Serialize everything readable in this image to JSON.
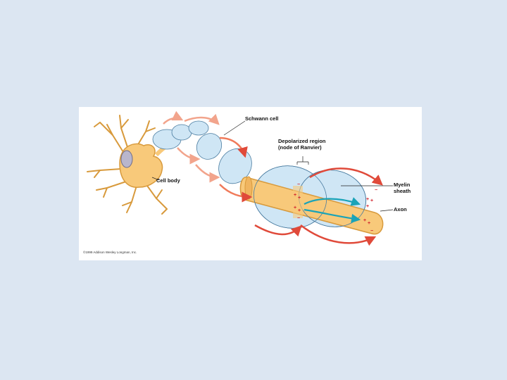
{
  "labels": {
    "schwann_cell": "Schwann cell",
    "depolarized_region_line1": "Depolarized region",
    "depolarized_region_line2": "(node of Ranvier)",
    "cell_body": "Cell body",
    "myelin_sheath_line1": "Myelin",
    "myelin_sheath_line2": "sheath",
    "axon": "Axon"
  },
  "copyright": "©1999 Addison Wesley Longman, Inc.",
  "colors": {
    "background": "#dce6f2",
    "neuron": "#f8c97a",
    "neuron_outline": "#d89a3c",
    "nucleus": "#b9b6cc",
    "myelin": "#cfe6f5",
    "myelin_outline": "#4a7ca0",
    "current_arrow": "#e04a3a",
    "ion_flow_arrow": "#1aa3b8",
    "charge_sign": "#d0202a"
  }
}
